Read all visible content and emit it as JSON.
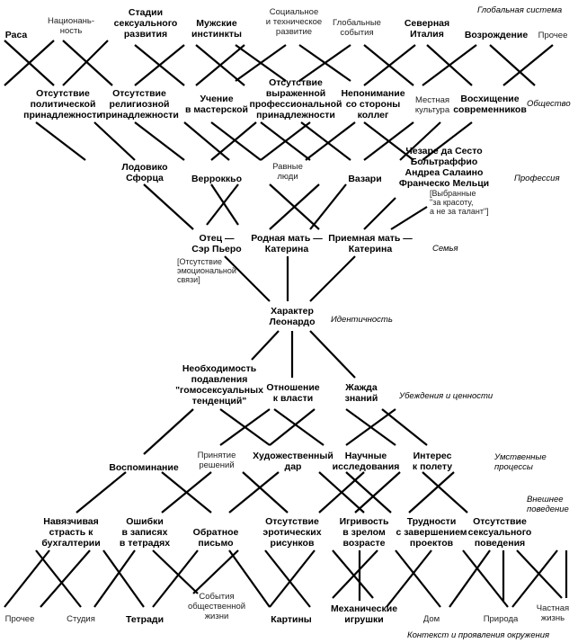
{
  "levels": {
    "global": "Глобальная система",
    "society": "Общество",
    "profession": "Профессия",
    "family": "Семья",
    "identity": "Идентичность",
    "beliefs": "Убеждения и ценности",
    "mental": "Умственные\nпроцессы",
    "behavior": "Внешнее\nповедение",
    "context": "Контекст и проявления окружения"
  },
  "row1": {
    "race": "Раса",
    "nationality": "Национань-\nность",
    "stages": "Стадии\nсексуального\nразвития",
    "male": "Мужские\nинстинкты",
    "social": "Социальное\nи техническое\nразвитие",
    "global_events": "Глобальные\nсобытия",
    "north_italy": "Северная\nИталия",
    "renaissance": "Возрождение",
    "other_top": "Прочее"
  },
  "row2": {
    "no_political": "Отсутствие\nполитической\nпринадлежности",
    "no_religious": "Отсутствие\nрелигиозной\nпринадлежности",
    "apprentice": "Учение\nв мастерской",
    "no_professional": "Отсутствие\nвыраженной\nпрофессиональной\nпринадлежности",
    "misunderstanding": "Непонимание\nсо стороны\nколлег",
    "local_culture": "Местная\nкультура",
    "admiration": "Восхищение\nсовременников"
  },
  "row3": {
    "sforza": "Лодовико\nСфорца",
    "verrocchio": "Верроккьо",
    "equal_people": "Равные\nлюди",
    "vasari": "Вазари",
    "cesare": "Чезаре да Сесто\nБольтраффио\nАндреа Салаино\nФранческо Мельци",
    "selected": "[Выбранные\n\"за красоту,\nа не за талант\"]"
  },
  "row4": {
    "father": "Отец —\nСэр Пьеро",
    "father_note": "[Отсутствие\nэмоциональной\nсвязи]",
    "mother": "Родная мать —\nКатерина",
    "stepmother": "Приемная мать —\nКатерина"
  },
  "row5": {
    "character": "Характер\nЛеонардо"
  },
  "row6": {
    "suppression": "Необходимость\nподавления\n\"гомосексуальных\nтенденций\"",
    "power": "Отношение\nк власти",
    "thirst": "Жажда\nзнаний"
  },
  "row7": {
    "memory": "Воспоминание",
    "decisions": "Принятие\nрешений",
    "artistic": "Художественный\nдар",
    "research": "Научные\nисследования",
    "flight": "Интерес\nк полету"
  },
  "row8": {
    "accounting": "Навязчивая\nстрасть к\nбухгалтерии",
    "errors": "Ошибки\nв записях\nв тетрадях",
    "mirror": "Обратное\nписьмо",
    "no_erotic": "Отсутствие\nэротических\nрисунков",
    "playful": "Игривость\nв зрелом\nвозрасте",
    "difficulty": "Трудности\nс завершением\nпроектов",
    "no_sexual": "Отсутствие\nсексуального\nповедения"
  },
  "row9": {
    "other_bottom": "Прочее",
    "studio": "Студия",
    "notebooks": "Тетради",
    "social_events": "События\nобщественной\nжизни",
    "paintings": "Картины",
    "toys": "Механические\nигрушки",
    "home": "Дом",
    "nature": "Природа",
    "private_life": "Частная\nжизнь"
  }
}
